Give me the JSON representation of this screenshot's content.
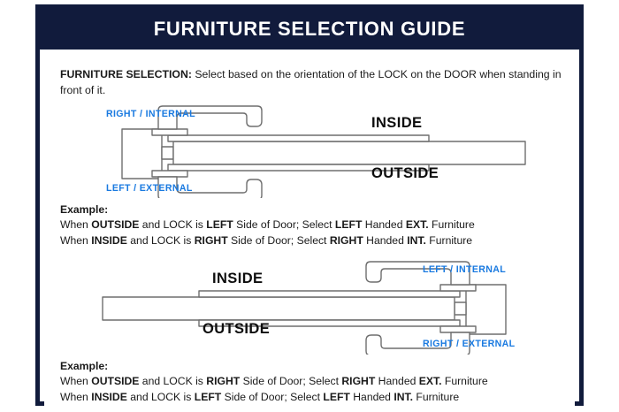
{
  "header": {
    "title": "FURNITURE SELECTION GUIDE"
  },
  "intro": {
    "label": "FURNITURE SELECTION:",
    "text": " Select based on the orientation of the LOCK on the DOOR when standing in front of it."
  },
  "diagram1": {
    "name": "door-diagram-lock-left",
    "labels": {
      "top_blue": "RIGHT / INTERNAL",
      "bottom_blue": "LEFT / EXTERNAL",
      "top_black": "INSIDE",
      "bottom_black": "OUTSIDE"
    }
  },
  "diagram2": {
    "name": "door-diagram-lock-right",
    "labels": {
      "top_blue": "LEFT / INTERNAL",
      "bottom_blue": "RIGHT / EXTERNAL",
      "top_black": "INSIDE",
      "bottom_black": "OUTSIDE"
    }
  },
  "example1": {
    "heading": "Example:",
    "line1": {
      "a": "When ",
      "b1": "OUTSIDE",
      "c": " and LOCK is ",
      "b2": "LEFT",
      "d": " Side of Door;   Select ",
      "b3": "LEFT",
      "e": " Handed ",
      "b4": "EXT.",
      "f": " Furniture"
    },
    "line2": {
      "a": "When ",
      "b1": "INSIDE",
      "c": " and LOCK is ",
      "b2": "RIGHT",
      "d": " Side of Door;  Select ",
      "b3": "RIGHT",
      "e": " Handed ",
      "b4": "INT.",
      "f": " Furniture"
    }
  },
  "example2": {
    "heading": "Example:",
    "line1": {
      "a": "When ",
      "b1": "OUTSIDE",
      "c": " and LOCK is ",
      "b2": "RIGHT",
      "d": " Side of Door;   Select ",
      "b3": "RIGHT",
      "e": " Handed ",
      "b4": "EXT.",
      "f": " Furniture"
    },
    "line2": {
      "a": "When ",
      "b1": "INSIDE",
      "c": " and LOCK is ",
      "b2": "LEFT",
      "d": " Side of Door;  Select ",
      "b3": "LEFT",
      "e": " Handed ",
      "b4": "INT.",
      "f": " Furniture"
    }
  },
  "colors": {
    "navy": "#111b3c",
    "blue_label": "#1a7ae0",
    "line": "#6e6e6e",
    "text": "#1a1a1a"
  }
}
